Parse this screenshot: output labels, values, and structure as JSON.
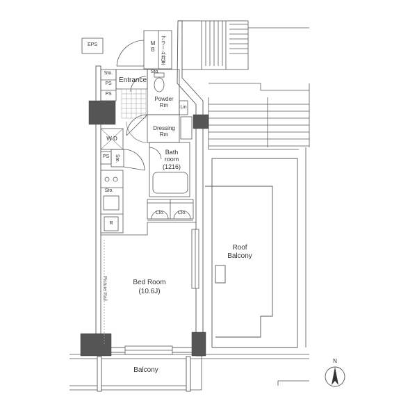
{
  "labels": {
    "eps": "EPS",
    "mb": "M\nB",
    "alarm_valve": "アラーム弁室",
    "entrance": "Entrance",
    "shoebox": "Sto.",
    "ps_top": "PS",
    "ps_mid": "PS",
    "ps_low": "PS",
    "sto_top": "Sto.",
    "sto_side": "Sto.",
    "sto_kitchen": "Sto.",
    "wd": "W D",
    "powder_rm": "Powder\nRm",
    "lin": "Lin",
    "dressing_rm": "Dressing\nRm",
    "bathroom": "Bath\nroom\n(1216)",
    "clo1": "Clo.",
    "clo2": "Clo.",
    "fridge": "R",
    "picture_rail": "Picture Rail",
    "bedroom_name": "Bed Room",
    "bedroom_size": "(10.6J)",
    "roof_balcony": "Roof\nBalcony",
    "balcony": "Balcony",
    "north": "N"
  }
}
